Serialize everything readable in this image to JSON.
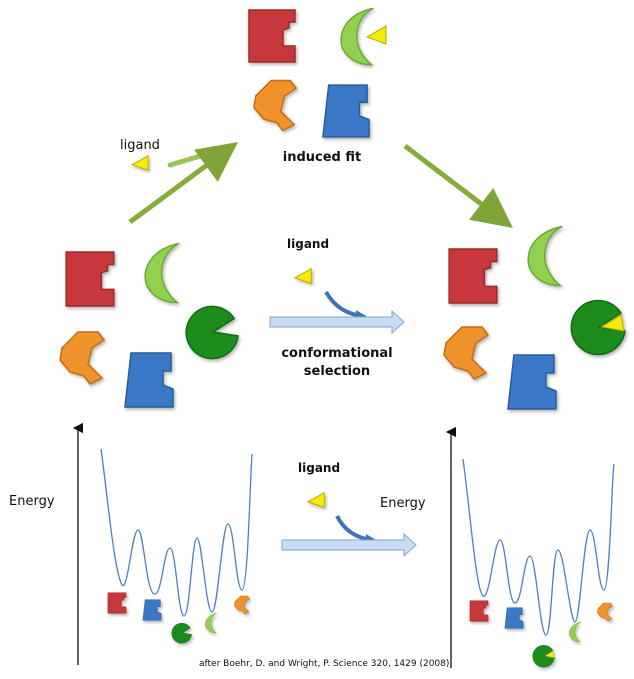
{
  "figure": {
    "labels": {
      "induced_fit": "induced fit",
      "ligand_induced": "ligand",
      "ligand_selection": "ligand",
      "conformational_selection_line1": "conformational",
      "conformational_selection_line2": "selection",
      "ligand_energy": "ligand",
      "energy_left": "Energy",
      "energy_middle": "Energy",
      "citation": "after Boehr, D. and Wright, P.  Science 320, 1429 (2008)"
    },
    "colors": {
      "red_conformer": "#c8383a",
      "green_light_conformer": "#92d050",
      "green_dark_conformer": "#1b8c1b",
      "orange_conformer": "#f0922c",
      "blue_conformer": "#3a78c6",
      "ligand": "#f5ec00",
      "induced_arrow": "#86ac3c",
      "selection_arrow_fill": "#c8dcf4",
      "selection_arrow_stroke": "#7fa6d4",
      "curved_arrow": "#3f74b5",
      "energy_curve": "#4f7fc0",
      "axis": "#111111"
    },
    "conformers": [
      "red",
      "light-green crescent",
      "dark-green pacman",
      "orange",
      "blue"
    ],
    "energy_landscape_left": {
      "wells": [
        "red",
        "blue",
        "dark-green",
        "light-green",
        "orange"
      ],
      "relative_depth": [
        2,
        3,
        5,
        4,
        1
      ]
    },
    "energy_landscape_right": {
      "wells": [
        "red",
        "blue",
        "dark-green+ligand",
        "light-green",
        "orange"
      ],
      "relative_depth": [
        2,
        3,
        5,
        4,
        1
      ]
    }
  }
}
